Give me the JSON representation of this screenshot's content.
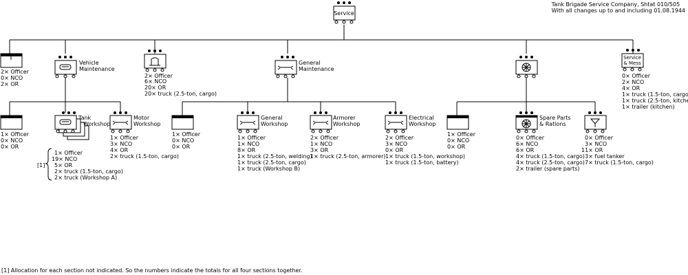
{
  "header": {
    "line1": "Tank Brigade Service Company, Shtat 010/505",
    "line2": "With all changes up to and including 01.08.1944"
  },
  "root": {
    "label": "Service"
  },
  "units": {
    "hq": {
      "lines": [
        "2× Officer",
        "0× NCO",
        "2× OR"
      ]
    },
    "vehicle_maintenance": {
      "label": [
        "Vehicle",
        "Maintenance"
      ]
    },
    "transport": {
      "lines": [
        "2× Officer",
        "6× NCO",
        "20× OR",
        "20× truck (2.5-ton, cargo)"
      ]
    },
    "general_maintenance": {
      "label": [
        "General",
        "Maintenance"
      ]
    },
    "supply": {},
    "service_mess": {
      "box_label": [
        "Service",
        "& Mess"
      ],
      "lines": [
        "0× Officer",
        "2× NCO",
        "4× OR",
        "1× truck (1.5-ton, cargo)",
        "1× truck (2.5-ton, kitchen)",
        "1× trailer (kitchen)"
      ]
    },
    "vm_hq": {
      "lines": [
        "1× Officer",
        "0× NCO",
        "0× OR"
      ]
    },
    "tank_workshop": {
      "label": [
        "Tank",
        "Workshop"
      ],
      "note": "[1]",
      "lines": [
        "1× Officer",
        "19× NCO",
        "5× OR",
        "2× truck (1.5-ton, cargo)",
        "2× truck (Workshop A)"
      ]
    },
    "motor_workshop": {
      "label": [
        "Motor",
        "Workshop"
      ],
      "lines": [
        "1× Officer",
        "3× NCO",
        "4× OR",
        "2× truck (1.5-ton, cargo)"
      ]
    },
    "gm_hq": {
      "lines": [
        "1× Officer",
        "0× NCO",
        "0× OR"
      ]
    },
    "general_workshop": {
      "label": [
        "General",
        "Workshop"
      ],
      "lines": [
        "1× Officer",
        "1× NCO",
        "8× OR",
        "1× truck (2.5-ton, welding)",
        "1× truck (2.5-ton, cargo)",
        "1× truck (Workshop B)"
      ]
    },
    "armorer_workshop": {
      "label": [
        "Armorer",
        "Workshop"
      ],
      "lines": [
        "2× Officer",
        "1× NCO",
        "3× OR",
        "1× truck (2.5-ton, armorer)"
      ]
    },
    "electrical_workshop": {
      "label": [
        "Electrical",
        "Workshop"
      ],
      "lines": [
        "2× Officer",
        "3× NCO",
        "0× OR",
        "1× truck (1.5-ton, workshop)",
        "1× truck (1.5-ton, battery)"
      ]
    },
    "supply_hq": {
      "lines": [
        "1× Officer",
        "0× NCO",
        "0× OR"
      ]
    },
    "spare_parts": {
      "label": [
        "Spare Parts",
        "& Rations"
      ],
      "lines": [
        "0× Officer",
        "6× NCO",
        "6× OR",
        "4× truck (1.5-ton, cargo)",
        "4× truck (2.5-ton, cargo)",
        "2× trailer (spare parts)"
      ]
    },
    "fuel": {
      "lines": [
        "0× Officer",
        "3× NCO",
        "11× OR",
        "3× fuel tanker",
        "7× truck (1.5-ton, cargo)"
      ]
    }
  },
  "footnote": "[1]  Allocation for each section not indicated. So the numbers indicate the totals for all four sections together."
}
